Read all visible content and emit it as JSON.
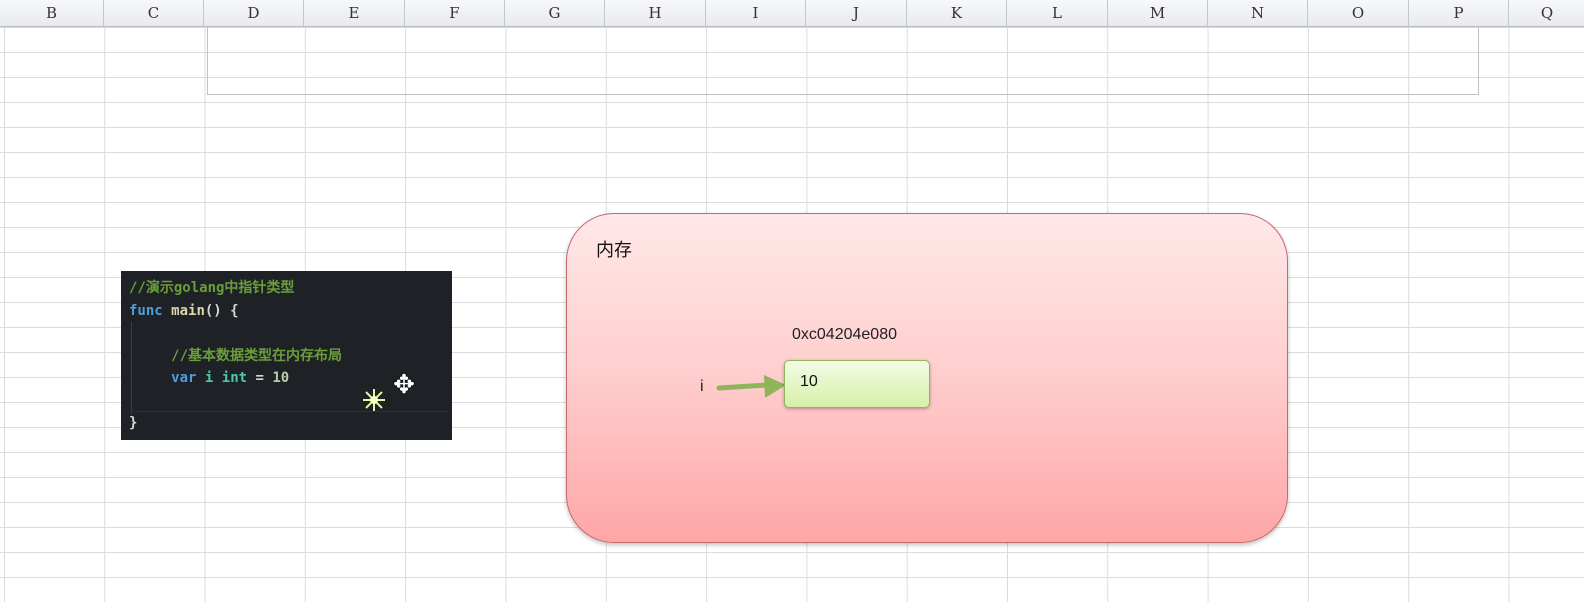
{
  "columns": [
    "B",
    "C",
    "D",
    "E",
    "F",
    "G",
    "H",
    "I",
    "J",
    "K",
    "L",
    "M",
    "N",
    "O",
    "P",
    "Q"
  ],
  "code": {
    "line1": "//演示golang中指针类型",
    "line2_kw": "func",
    "line2_fn": "main",
    "line2_rest": "() {",
    "line3": "",
    "line4": "//基本数据类型在内存布局",
    "line5_kw": "var",
    "line5_var": "i",
    "line5_type": "int",
    "line5_eq": "=",
    "line5_num": "10",
    "line6": "",
    "line7": "}"
  },
  "memory": {
    "title": "内存",
    "address": "0xc04204e080",
    "var_name": "i",
    "value": "10"
  },
  "icons": {
    "move_cursor": "move-cursor-icon",
    "sparkle": "sparkle-icon",
    "arrow": "arrow-right-icon"
  },
  "colors": {
    "memory_fill_top": "#ffe8e8",
    "memory_fill_bottom": "#ffa6a6",
    "value_cell_fill": "#d6f0a8",
    "arrow": "#8fb45a",
    "code_bg": "#1e2125"
  }
}
